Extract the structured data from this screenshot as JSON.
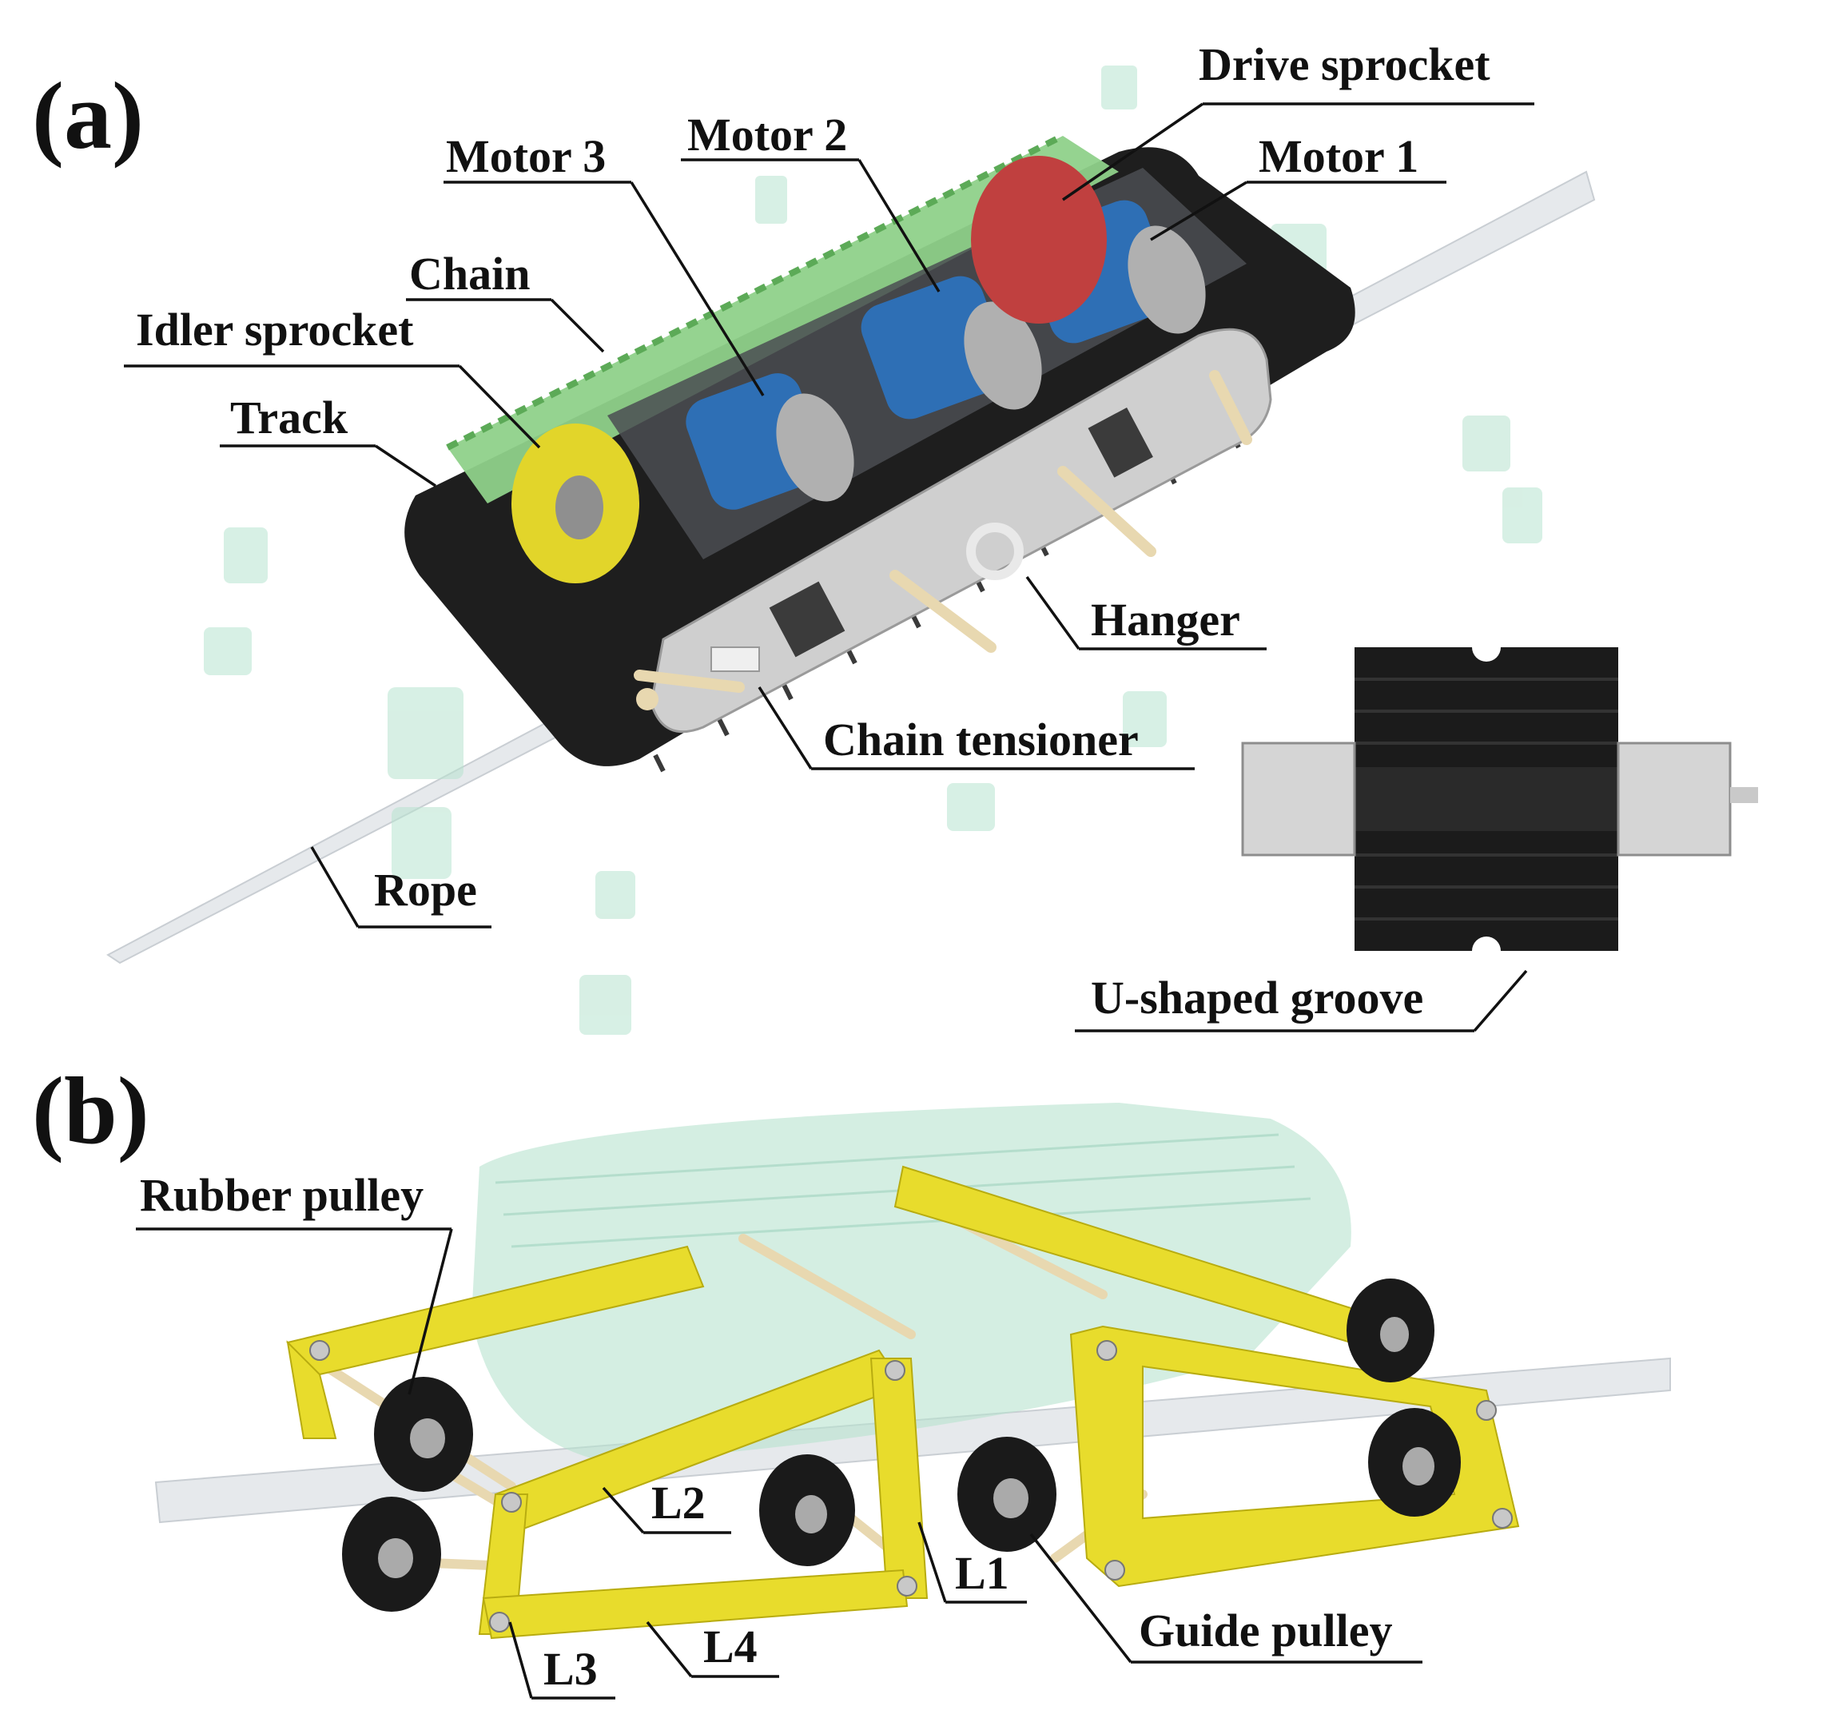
{
  "panels": {
    "a": "(a)",
    "b": "(b)"
  },
  "labels_a": {
    "drive_sprocket": "Drive sprocket",
    "motor_2": "Motor 2",
    "motor_3": "Motor 3",
    "motor_1": "Motor 1",
    "chain": "Chain",
    "idler_sprocket": "Idler sprocket",
    "track": "Track",
    "hanger": "Hanger",
    "chain_tensioner": "Chain tensioner",
    "rope": "Rope",
    "u_groove": "U-shaped groove"
  },
  "labels_b": {
    "rubber_pulley": "Rubber pulley",
    "l2": "L2",
    "l1": "L1",
    "l3": "L3",
    "l4": "L4",
    "guide_pulley": "Guide pulley"
  },
  "colors": {
    "track": "#1e1e1e",
    "chain": "#8fd18a",
    "motor": "#2e6fb5",
    "drive_sprocket": "#c0403f",
    "idler_sprocket": "#e2d52a",
    "plate": "#cfcfcf",
    "rope": "#e6e9ec",
    "linkage": "#e8dc2c",
    "ghost": "#b7e3cf"
  }
}
